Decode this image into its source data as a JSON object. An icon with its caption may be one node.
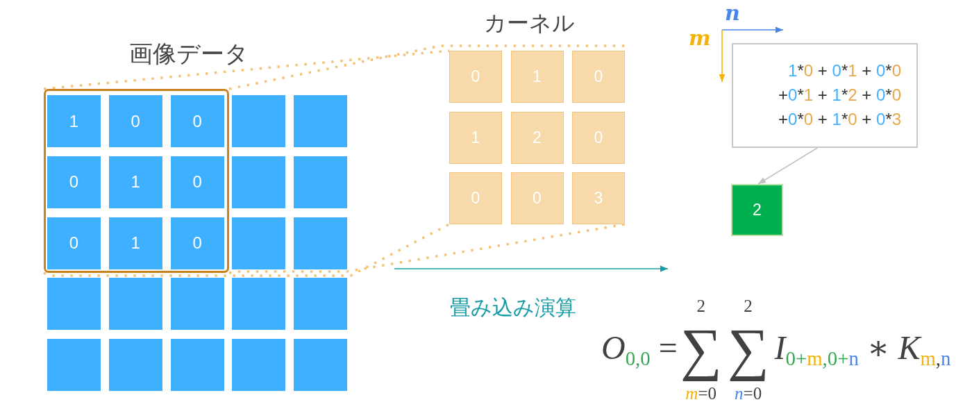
{
  "diagram": {
    "nodes": [
      {
        "text": [],
        "shape": "box"
      },
      {
        "text": [
          "1"
        ],
        "in": 0
      },
      {
        "text": [
          "0"
        ],
        "in": 0
      },
      {
        "text": [
          "0"
        ],
        "in": 0
      },
      {
        "text": [],
        "shape": "box"
      },
      {
        "text": [],
        "shape": "box"
      },
      {
        "text": [
          "0"
        ],
        "in": 0
      },
      {
        "text": [
          "1"
        ],
        "in": 0
      },
      {
        "text": [
          "0"
        ],
        "in": 0
      },
      {
        "text": [],
        "shape": "box"
      },
      {
        "text": [],
        "shape": "box"
      },
      {
        "text": [
          "0"
        ],
        "in": 0
      },
      {
        "text": [
          "1"
        ],
        "in": 0
      },
      {
        "text": [
          "0"
        ],
        "in": 0
      },
      {
        "text": [],
        "shape": "box"
      },
      {
        "text": [],
        "shape": "box"
      },
      {
        "text": [],
        "shape": "box"
      },
      {
        "text": [],
        "shape": "box"
      },
      {
        "text": [],
        "shape": "box"
      },
      {
        "text": [],
        "shape": "box"
      },
      {
        "text": [],
        "shape": "box"
      },
      {
        "text": [],
        "shape": "box"
      },
      {
        "text": [],
        "shape": "box"
      },
      {
        "text": [],
        "shape": "box"
      },
      {
        "text": [],
        "shape": "box"
      },
      {
        "text": [],
        "shape": "box"
      },
      {
        "text": [
          "0"
        ]
      },
      {
        "text": [
          "1"
        ]
      },
      {
        "text": [
          "0"
        ]
      },
      {
        "text": [
          "1"
        ]
      },
      {
        "text": [
          "2"
        ]
      },
      {
        "text": [
          "0"
        ]
      },
      {
        "text": [
          "0"
        ]
      },
      {
        "text": [
          "0"
        ]
      },
      {
        "text": [
          "3"
        ]
      },
      {
        "text": [
          "1*0 + 0*1 + 0*0 +0*1 + 1*2 + 0*0 +0*0 + 1*0 + 0*3"
        ]
      },
      {
        "text": [
          "2"
        ]
      }
    ],
    "edges": [
      {
        "from": 0,
        "to": 26,
        "arrow": "none",
        "style": "dashed",
        "color": "#f5c27a"
      },
      {
        "from": 0,
        "to": 28,
        "arrow": "none",
        "style": "dashed",
        "color": "#f5c27a"
      },
      {
        "from": 0,
        "to": 32,
        "arrow": "none",
        "style": "dashed",
        "color": "#f5c27a"
      },
      {
        "from": 0,
        "to": 34,
        "arrow": "none",
        "style": "dashed",
        "color": "#f5c27a"
      },
      {
        "from": 35,
        "to": 36,
        "arrow": "to",
        "color": "#bfbfbf"
      }
    ],
    "labels": [
      "画像データ",
      "カーネル",
      "n",
      "m",
      "畳み込み演算",
      "*O*$_{0,0}$ =",
      "2",
      "∑",
      "*m*=0",
      "2",
      "∑",
      "*n*=0",
      "*I*$_{0+}$$_{m}$$_{,0+}$$_{n}$ ∗ *K*$_{m}$$_{,}$$_{n}$"
    ]
  }
}
